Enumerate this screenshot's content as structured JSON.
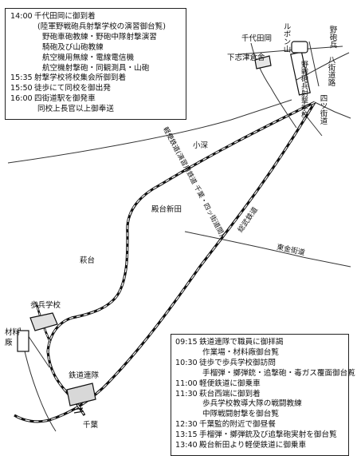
{
  "schedule_top": [
    {
      "time": "14:00",
      "event": "千代田岡に御到着",
      "indent": 0
    },
    {
      "time": "",
      "event": "(陸軍野戦砲兵射撃学校の演習御台覧)",
      "indent": 1
    },
    {
      "time": "",
      "event": "野砲車砲教練・野砲中隊射撃演習",
      "indent": 2
    },
    {
      "time": "",
      "event": "騎砲及び山砲教練",
      "indent": 2
    },
    {
      "time": "",
      "event": "航空機用無線・電線電信機",
      "indent": 2
    },
    {
      "time": "",
      "event": "航空機射撃砲・同観測具・山砲",
      "indent": 2
    },
    {
      "time": "15:35",
      "event": "射撃学校将校集会所御到着",
      "indent": 0
    },
    {
      "time": "15:50",
      "event": "徒歩にて同校を御出発",
      "indent": 0
    },
    {
      "time": "16:00",
      "event": "四街道駅を御発車",
      "indent": 0
    },
    {
      "time": "",
      "event": "同校上長官以上御奉送",
      "indent": 1
    }
  ],
  "schedule_bottom": [
    {
      "time": "09:15",
      "event": "鉄道連隊で職員に御拝謁",
      "indent": 0
    },
    {
      "time": "",
      "event": "作業場・材料廠御台覧",
      "indent": 1
    },
    {
      "time": "10:30",
      "event": "徒歩で歩兵学校御訪問",
      "indent": 0
    },
    {
      "time": "",
      "event": "手榴弾・擲弾銃・追撃砲・毒ガス覆面御台覧",
      "indent": 1
    },
    {
      "time": "11:00",
      "event": "軽便鉄道に御乗車",
      "indent": 0
    },
    {
      "time": "11:30",
      "event": "萩台西端に御到着",
      "indent": 0
    },
    {
      "time": "",
      "event": "歩兵学校教導大隊の戦闘教練",
      "indent": 1
    },
    {
      "time": "",
      "event": "中隊戦闘射撃を御台覧",
      "indent": 1
    },
    {
      "time": "12:30",
      "event": "千葉監的附近で御昼餐",
      "indent": 0
    },
    {
      "time": "13:15",
      "event": "手榴弾・擲弾銃及び追撃砲実射を御台覧",
      "indent": 0
    },
    {
      "time": "13:40",
      "event": "殿台新田より軽便鉄道に御乗車",
      "indent": 0
    }
  ],
  "labels": {
    "chiyodaoka": "千代田岡",
    "shimoshizu_cafe": "下志津倉舎",
    "rubonyama": "ルボン山",
    "yachimata_road": "八街道路",
    "infantry_name": "野砲兵",
    "school_vertical": "野戦砲兵射撃学校",
    "yotsukaido": "四ツ街道",
    "yotsukaido_station_mark": "",
    "kozumi": "小深",
    "kaidaishinden": "殿台新田",
    "higashikanemichi": "東金街道",
    "sobu_railway": "総武鉄道",
    "narrow_gauge": "軽便鉄道(演習用鉄道 千葉・四ッ街道間)",
    "hagidai": "萩台",
    "hohei_gakko": "歩兵学校",
    "zairyosho": "材料廠",
    "tetsudo_rentai": "鉄道連隊",
    "chiba": "千葉"
  },
  "colors": {
    "ink": "#111111",
    "paper": "#ffffff"
  }
}
